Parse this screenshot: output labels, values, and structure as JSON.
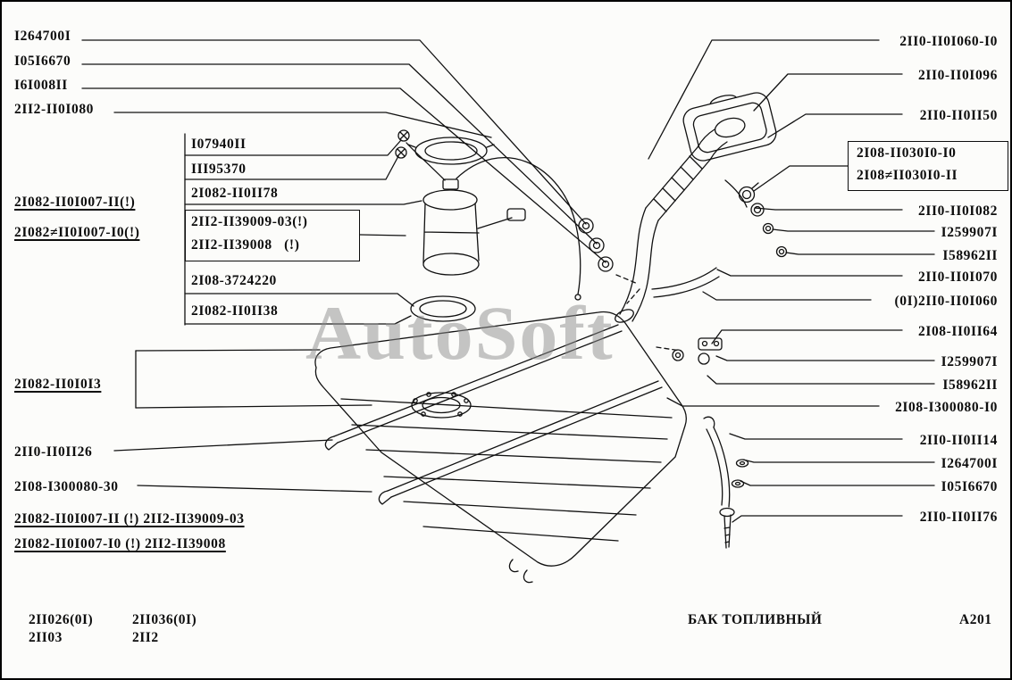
{
  "watermark": "AutoSoft",
  "footer": {
    "models": [
      {
        "top": "2II026(0I)",
        "bottom": "2II03"
      },
      {
        "top": "2II036(0I)",
        "bottom": "2II2"
      }
    ],
    "title": "БАК ТОПЛИВНЫЙ",
    "page_code": "A201"
  },
  "labels": {
    "left": [
      "I264700I",
      "I05I6670",
      "I6I008II",
      "2II2-II0I080",
      "2I082-II0I007-II(!)",
      "2I082≠II0I007-I0(!)",
      "2I082-II0I0I3",
      "2II0-II0II26",
      "2I08-I300080-30",
      "2I082-II0I007-II (!) 2II2-II39009-03",
      "2I082-II0I007-I0 (!) 2II2-II39008"
    ],
    "center": [
      "I07940II",
      "III95370",
      "2I082-II0II78",
      "2II2-II39009-03(!)",
      "2II2-II39008   (!)",
      "2I08-3724220",
      "2I082-II0II38"
    ],
    "right": [
      "2II0-II0I060-I0",
      "2II0-II0I096",
      "2II0-II0II50",
      "2I08-II030I0-I0",
      "2I08≠II030I0-II",
      "2II0-II0I082",
      "I259907I",
      "I58962II",
      "2II0-II0I070",
      "(0I)2II0-II0I060",
      "2I08-II0II64",
      "I259907I",
      "I58962II",
      "2I08-I300080-I0",
      "2II0-II0II14",
      "I264700I",
      "I05I6670",
      "2II0-II0II76"
    ]
  }
}
